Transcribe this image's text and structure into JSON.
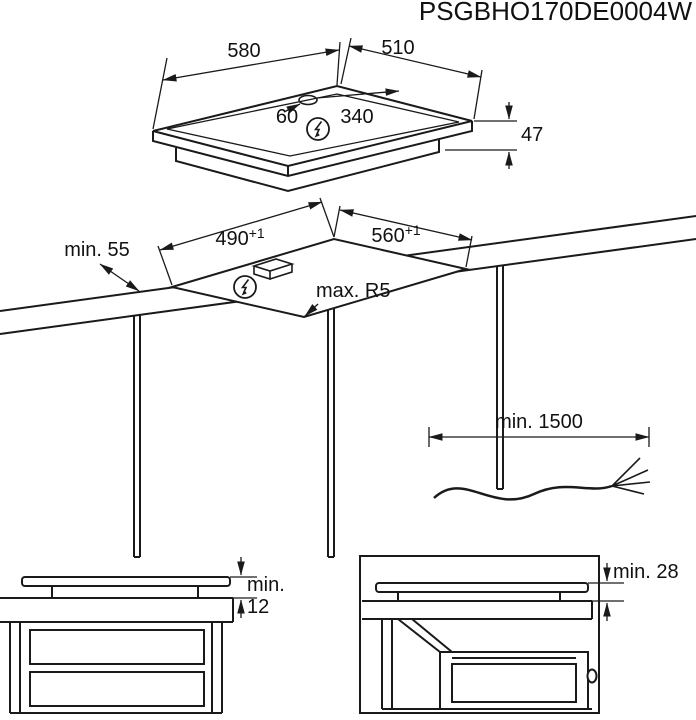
{
  "page": {
    "background": "#ffffff",
    "line_color": "#1a1a1a"
  },
  "header": {
    "part_number": "PSGBHO170DE0004W"
  },
  "hob_top_view": {
    "width": "580",
    "depth": "510",
    "height": "47",
    "cable_hole_from_left": "60",
    "cable_hole_from_right": "340",
    "power_icon": "lightning-bolt-in-circle"
  },
  "worktop_cutout_view": {
    "cutout_depth_value": "490",
    "cutout_depth_tolerance": "+1",
    "cutout_width_value": "560",
    "cutout_width_tolerance": "+1",
    "min_edge_distance": "min. 55",
    "max_corner_radius": "max. R5",
    "power_icon": "lightning-bolt-in-circle"
  },
  "power_cord": {
    "min_length": "min. 1500"
  },
  "install_over_drawer": {
    "clearance_word": "min.",
    "clearance_value": "12"
  },
  "install_over_oven": {
    "clearance": "min. 28"
  }
}
